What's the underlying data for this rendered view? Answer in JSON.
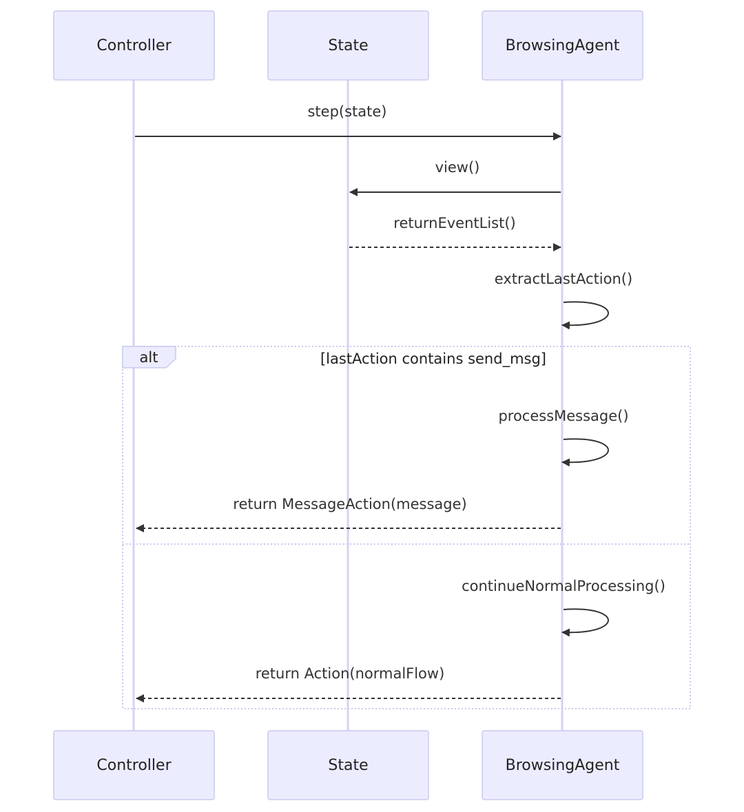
{
  "diagram": {
    "type": "sequence",
    "participants": [
      {
        "id": "controller",
        "label": "Controller"
      },
      {
        "id": "state",
        "label": "State"
      },
      {
        "id": "agent",
        "label": "BrowsingAgent"
      }
    ],
    "messages": [
      {
        "from": "controller",
        "to": "agent",
        "label": "step(state)",
        "style": "solid"
      },
      {
        "from": "agent",
        "to": "state",
        "label": "view()",
        "style": "solid"
      },
      {
        "from": "state",
        "to": "agent",
        "label": "returnEventList()",
        "style": "dashed"
      },
      {
        "from": "agent",
        "to": "agent",
        "label": "extractLastAction()",
        "style": "solid"
      },
      {
        "from": "agent",
        "to": "agent",
        "label": "processMessage()",
        "style": "solid"
      },
      {
        "from": "agent",
        "to": "controller",
        "label": "return MessageAction(message)",
        "style": "dashed"
      },
      {
        "from": "agent",
        "to": "agent",
        "label": "continueNormalProcessing()",
        "style": "solid"
      },
      {
        "from": "agent",
        "to": "controller",
        "label": "return Action(normalFlow)",
        "style": "dashed"
      }
    ],
    "fragment": {
      "keyword": "alt",
      "condition": "[lastAction contains send_msg]"
    },
    "colors": {
      "actor_fill": "#ECECFF",
      "actor_stroke": "#C9C9EE",
      "lifeline": "#D3D3F5",
      "arrow": "#333333"
    }
  }
}
